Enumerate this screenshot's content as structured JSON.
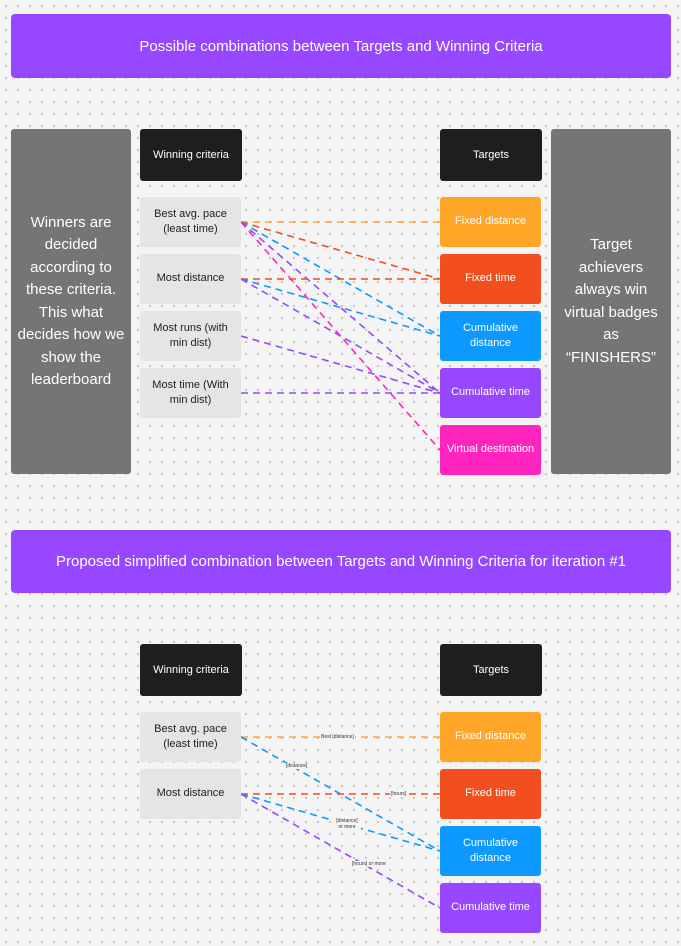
{
  "colors": {
    "purple_banner": "#9747ff",
    "side_panel": "#757575",
    "header": "#1e1e1e",
    "criteria_box": "#e5e5e5",
    "orange": "#ffa629",
    "red": "#f24e1e",
    "blue": "#0d99ff",
    "purple": "#9747ff",
    "magenta": "#ff24bd"
  },
  "section1": {
    "title": "Possible combinations between Targets and Winning Criteria",
    "left_note": "Winners are decided according to these criteria. This what decides how we show the leaderboard",
    "right_note": "Target achievers always win virtual badges as “FINISHERS”",
    "criteria_header": "Winning criteria",
    "targets_header": "Targets",
    "criteria": [
      {
        "label": "Best avg. pace (least time)"
      },
      {
        "label": "Most distance"
      },
      {
        "label": "Most runs (with min dist)"
      },
      {
        "label": "Most time (With min dist)"
      }
    ],
    "targets": [
      {
        "label": "Fixed distance",
        "color": "orange"
      },
      {
        "label": "Fixed time",
        "color": "red"
      },
      {
        "label": "Cumulative distance",
        "color": "blue"
      },
      {
        "label": "Cumulative time",
        "color": "purple"
      },
      {
        "label": "Virtual destination",
        "color": "magenta"
      }
    ],
    "connections": [
      {
        "from": "Best avg. pace (least time)",
        "to": "Fixed distance",
        "color": "orange"
      },
      {
        "from": "Best avg. pace (least time)",
        "to": "Fixed time",
        "color": "red"
      },
      {
        "from": "Best avg. pace (least time)",
        "to": "Cumulative distance",
        "color": "blue"
      },
      {
        "from": "Best avg. pace (least time)",
        "to": "Cumulative time",
        "color": "purple"
      },
      {
        "from": "Best avg. pace (least time)",
        "to": "Virtual destination",
        "color": "magenta"
      },
      {
        "from": "Most distance",
        "to": "Fixed time",
        "color": "red"
      },
      {
        "from": "Most distance",
        "to": "Cumulative distance",
        "color": "blue"
      },
      {
        "from": "Most distance",
        "to": "Cumulative time",
        "color": "purple"
      },
      {
        "from": "Most runs (with min dist)",
        "to": "Cumulative time",
        "color": "purple"
      },
      {
        "from": "Most time (With min dist)",
        "to": "Cumulative time",
        "color": "purple"
      }
    ]
  },
  "section2": {
    "title": "Proposed simplified combination between Targets and Winning Criteria for iteration #1",
    "criteria_header": "Winning criteria",
    "targets_header": "Targets",
    "criteria": [
      {
        "label": "Best avg. pace (least time)"
      },
      {
        "label": "Most distance"
      }
    ],
    "targets": [
      {
        "label": "Fixed distance",
        "color": "orange"
      },
      {
        "label": "Fixed time",
        "color": "red"
      },
      {
        "label": "Cumulative distance",
        "color": "blue"
      },
      {
        "label": "Cumulative time",
        "color": "purple"
      }
    ],
    "connections": [
      {
        "from": "Best avg. pace (least time)",
        "to": "Fixed distance",
        "color": "orange",
        "label": "Best [distance]"
      },
      {
        "from": "Best avg. pace (least time)",
        "to": "Cumulative distance",
        "color": "blue",
        "label": "[distance]"
      },
      {
        "from": "Most distance",
        "to": "Fixed time",
        "color": "red",
        "label": "[hours]"
      },
      {
        "from": "Most distance",
        "to": "Cumulative distance",
        "color": "blue",
        "label": "[distance] or more"
      },
      {
        "from": "Most distance",
        "to": "Cumulative time",
        "color": "purple",
        "label": "[hours] or more"
      }
    ]
  }
}
